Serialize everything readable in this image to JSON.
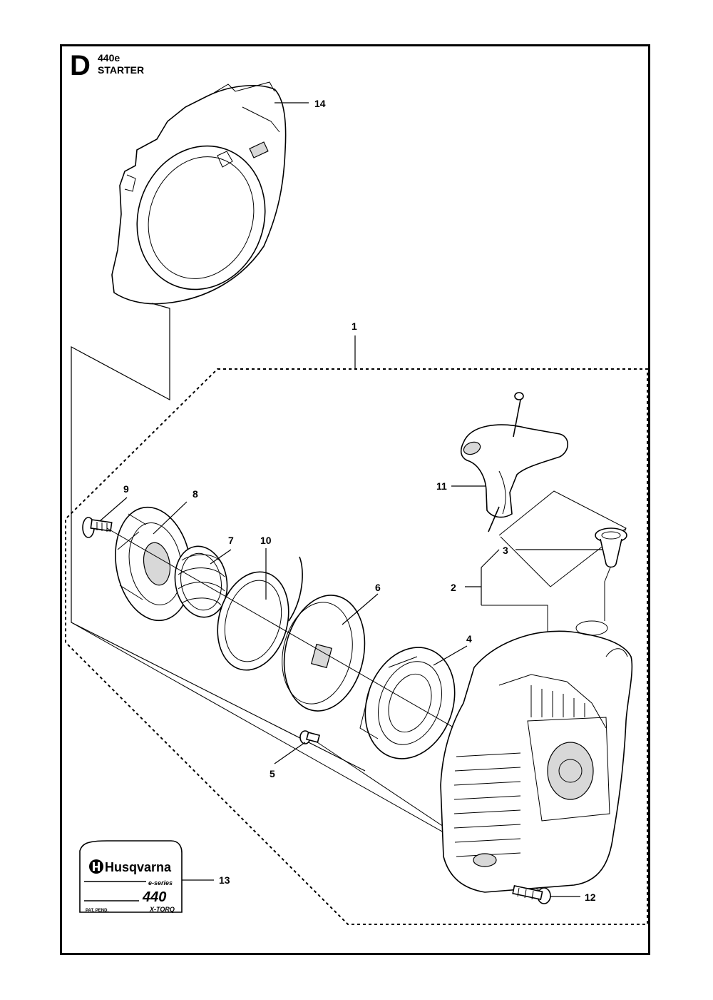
{
  "header": {
    "section_letter": "D",
    "model": "440e",
    "title": "STARTER"
  },
  "callouts": [
    "1",
    "2",
    "3",
    "4",
    "5",
    "6",
    "7",
    "8",
    "9",
    "10",
    "11",
    "12",
    "13",
    "14"
  ],
  "decal": {
    "brand": "Husqvarna",
    "series": "e-series",
    "model": "440",
    "patent": "PAT. PEND.",
    "feature": "X-TORQ"
  },
  "icons": [
    "husqvarna-logo-icon"
  ]
}
